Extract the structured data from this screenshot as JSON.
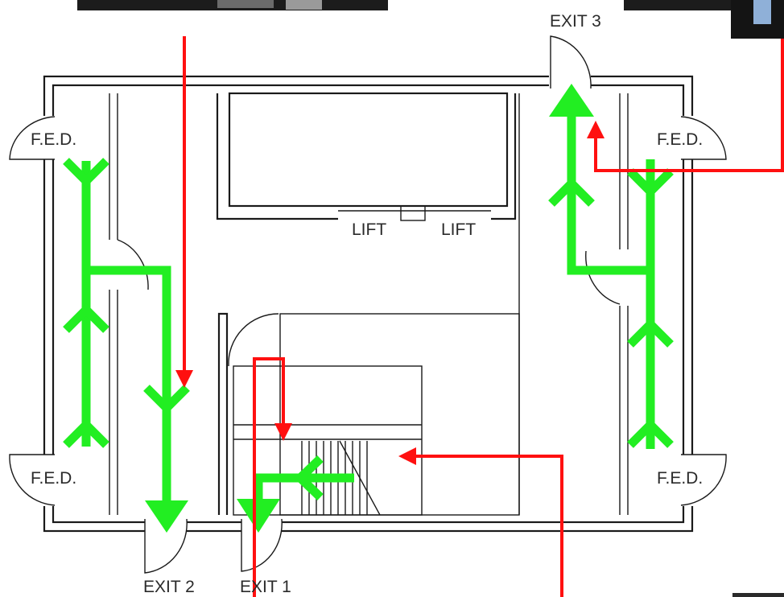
{
  "labels": {
    "exit_1": "EXIT 1",
    "exit_2": "EXIT 2",
    "exit_3": "EXIT 3",
    "fed": "F.E.D.",
    "lift": "LIFT"
  },
  "colors": {
    "route_arrows": "#22ee22",
    "pointer_lines": "#ff1010",
    "walls": "#1a1a1a",
    "photo_dark": "#1c1c1c"
  }
}
